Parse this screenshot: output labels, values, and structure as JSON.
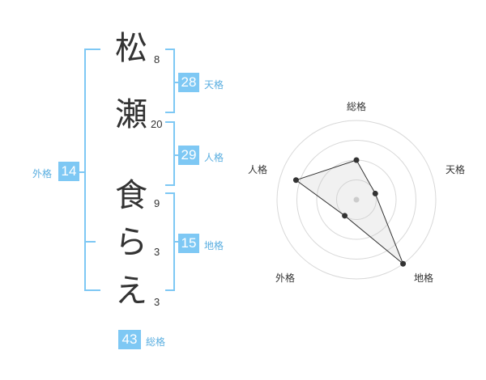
{
  "name": {
    "chars": [
      {
        "char": "松",
        "strokes": "8"
      },
      {
        "char": "瀬",
        "strokes": "20"
      },
      {
        "char": "食",
        "strokes": "9"
      },
      {
        "char": "ら",
        "strokes": "3"
      },
      {
        "char": "え",
        "strokes": "3"
      }
    ]
  },
  "fortune": {
    "tenkaku": {
      "value": "28",
      "label": "天格"
    },
    "jinkaku": {
      "value": "29",
      "label": "人格"
    },
    "chikaku": {
      "value": "15",
      "label": "地格"
    },
    "gaikaku": {
      "value": "14",
      "label": "外格"
    },
    "soukaku": {
      "value": "43",
      "label": "総格"
    }
  },
  "colors": {
    "accent": "#7ec8f4",
    "label": "#5aaee0",
    "text": "#333333"
  },
  "chart_data": {
    "type": "radar",
    "axes": [
      "総格",
      "天格",
      "地格",
      "外格",
      "人格"
    ],
    "values": [
      0.5,
      0.25,
      1.0,
      0.25,
      0.8
    ],
    "rings": 4,
    "range": [
      0,
      1
    ]
  }
}
